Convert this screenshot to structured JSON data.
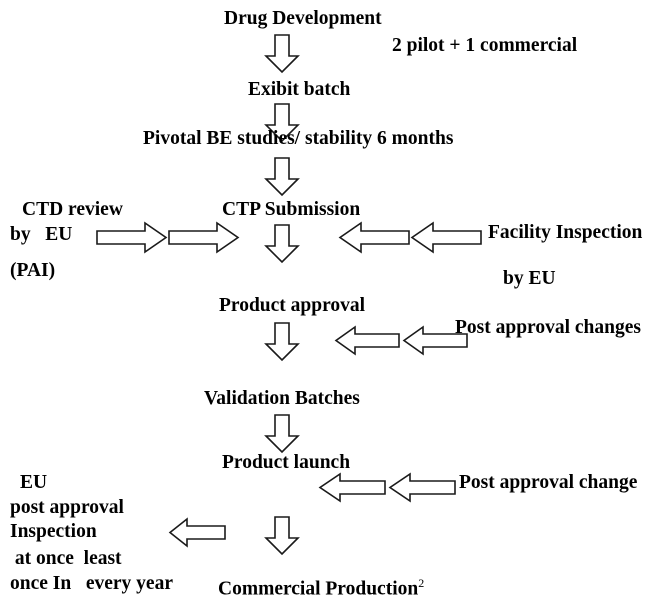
{
  "diagram": {
    "title": "Drug development and EU regulatory approval flowchart",
    "background_color": "#ffffff",
    "text_color": "#000000",
    "arrow_fill_color": "#ffffff",
    "arrow_stroke_color": "#1a1a1a",
    "nodes": {
      "drug_development": "Drug Development",
      "pilot_note": "2 pilot + 1 commercial",
      "exibit_batch": "Exibit batch",
      "pivotal_be": "Pivotal BE studies/ stability 6 months",
      "ctd_review_line1": "CTD review",
      "ctd_review_line2": "by   EU",
      "ctd_review_line3": "(PAI)",
      "ctp_submission": "CTP Submission",
      "facility_inspection": "Facility Inspection",
      "facility_by_eu": "by EU",
      "product_approval": "Product approval",
      "post_approval_changes": "Post approval changes",
      "validation_batches": "Validation Batches",
      "product_launch": "Product launch",
      "post_approval_change": "Post approval change",
      "eu_line1": "EU",
      "eu_line2": "post approval",
      "eu_line3": "Inspection",
      "eu_line4": " at once  least",
      "eu_line5": "once In   every year",
      "commercial_production": "Commercial Production",
      "commercial_production_superscript": "2"
    },
    "arrows": [
      {
        "name": "arrow-down-drug-to-exibit",
        "direction": "down"
      },
      {
        "name": "arrow-down-exibit-to-pivotal",
        "direction": "down"
      },
      {
        "name": "arrow-down-pivotal-to-ctp",
        "direction": "down"
      },
      {
        "name": "arrow-right-ctd-1",
        "direction": "right"
      },
      {
        "name": "arrow-right-ctd-2",
        "direction": "right"
      },
      {
        "name": "arrow-down-ctp-to-approval",
        "direction": "down"
      },
      {
        "name": "arrow-left-facility-1",
        "direction": "left"
      },
      {
        "name": "arrow-left-facility-2",
        "direction": "left"
      },
      {
        "name": "arrow-down-approval-to-validation",
        "direction": "down"
      },
      {
        "name": "arrow-left-post-approval-changes-1",
        "direction": "left"
      },
      {
        "name": "arrow-left-post-approval-changes-2",
        "direction": "left"
      },
      {
        "name": "arrow-down-validation-to-launch",
        "direction": "down"
      },
      {
        "name": "arrow-left-post-approval-change-1",
        "direction": "left"
      },
      {
        "name": "arrow-left-post-approval-change-2",
        "direction": "left"
      },
      {
        "name": "arrow-left-commercial-to-eu-inspection",
        "direction": "left"
      },
      {
        "name": "arrow-down-launch-to-commercial",
        "direction": "down"
      }
    ]
  }
}
